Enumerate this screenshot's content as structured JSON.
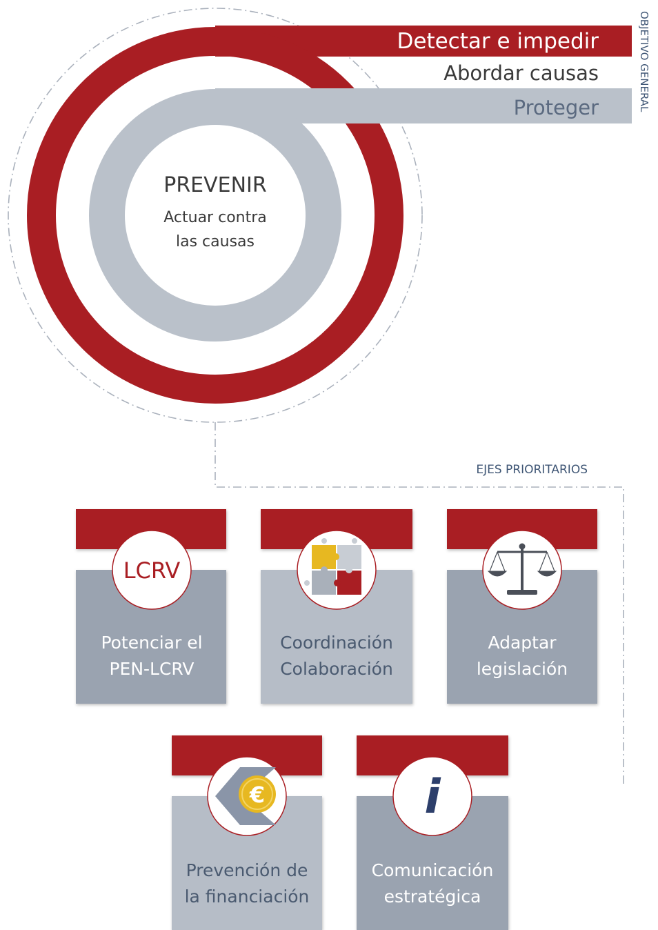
{
  "colors": {
    "red": "#A91E23",
    "gray_band": "#BAC1CA",
    "ring_gray": "#BAC1CA",
    "card_gray_dark": "#9AA3B0",
    "card_gray_light": "#B6BDC7",
    "text_dark": "#3A3A3A",
    "text_blue_gray": "#5B6A80",
    "label_blue": "#3F5675",
    "dash": "#AAB1BC",
    "gold": "#E7B821"
  },
  "objectives": {
    "red_band": "Detectar e impedir",
    "middle": "Abordar causas",
    "gray_band": "Proteger",
    "side_label": "OBJETIVO GENERAL"
  },
  "center": {
    "title": "PREVENIR",
    "subtitle_line1": "Actuar contra",
    "subtitle_line2": "las causas"
  },
  "axes_label": "EJES PRIORITARIOS",
  "cards": [
    {
      "icon": "lcrv-badge-icon",
      "icon_text": "LCRV",
      "line1": "Potenciar el",
      "line2": "PEN-LCRV",
      "tone": "dark"
    },
    {
      "icon": "puzzle-icon",
      "line1": "Coordinación",
      "line2": "Colaboración",
      "tone": "light"
    },
    {
      "icon": "scales-icon",
      "line1": "Adaptar",
      "line2": "legislación",
      "tone": "dark"
    },
    {
      "icon": "euro-coin-icon",
      "icon_text": "€",
      "line1": "Prevención de",
      "line2": "la financiación",
      "tone": "light"
    },
    {
      "icon": "info-icon",
      "icon_text": "i",
      "line1": "Comunicación",
      "line2": "estratégica",
      "tone": "dark"
    }
  ]
}
